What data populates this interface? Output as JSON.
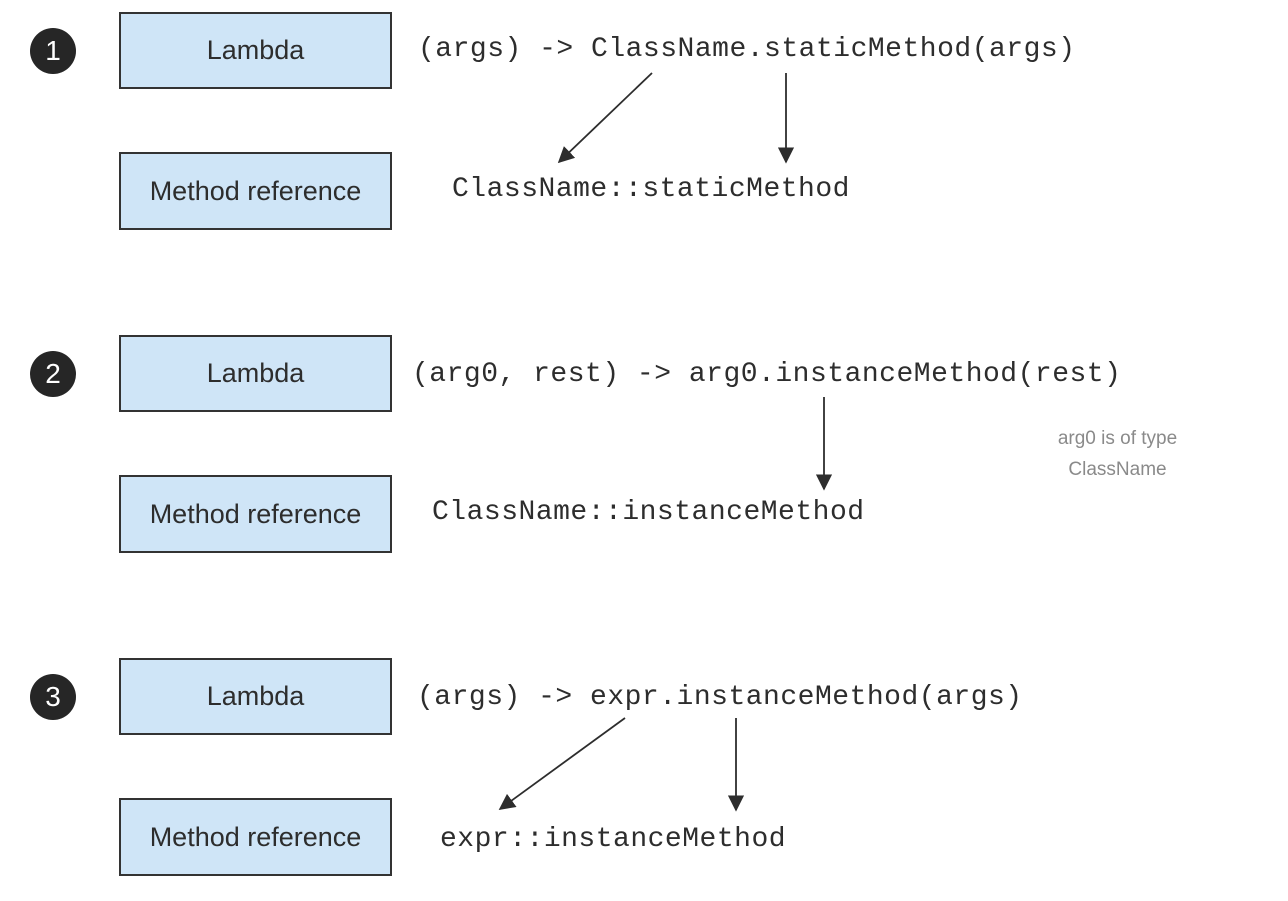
{
  "colors": {
    "box-fill": "#cfe5f7",
    "box-border": "#333333",
    "badge-bg": "#262626",
    "badge-text": "#ffffff",
    "text": "#2d2d2d",
    "code": "#2d2d2d",
    "annotation": "#8a8a8a",
    "background": "#ffffff"
  },
  "diagram": {
    "sections": [
      {
        "number": "1",
        "lambda_label": "Lambda",
        "method_label": "Method reference",
        "lambda_code": "(args) -> ClassName.staticMethod(args)",
        "method_code": "ClassName::staticMethod"
      },
      {
        "number": "2",
        "lambda_label": "Lambda",
        "method_label": "Method reference",
        "lambda_code": "(arg0, rest) -> arg0.instanceMethod(rest)",
        "method_code": "ClassName::instanceMethod",
        "annotation": {
          "line1": "arg0 is of type",
          "line2": "ClassName"
        }
      },
      {
        "number": "3",
        "lambda_label": "Lambda",
        "method_label": "Method reference",
        "lambda_code": "(args) -> expr.instanceMethod(args)",
        "method_code": "expr::instanceMethod"
      }
    ]
  }
}
